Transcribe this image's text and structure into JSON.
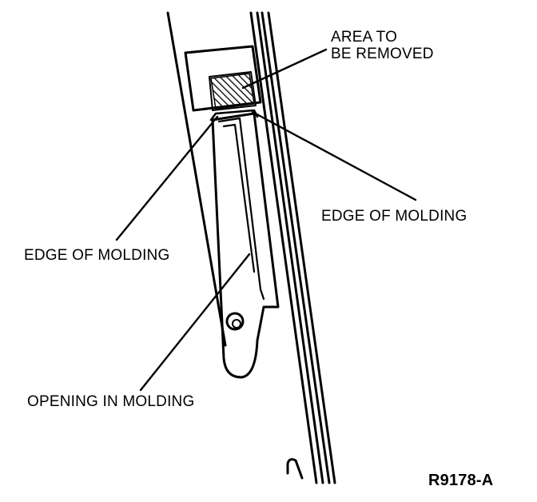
{
  "labels": {
    "area_line1": "AREA TO",
    "area_line2": "BE REMOVED",
    "edge_right": "EDGE OF MOLDING",
    "edge_left": "EDGE OF MOLDING",
    "opening": "OPENING IN MOLDING",
    "figure_id": "R9178-A"
  },
  "colors": {
    "ink": "#000000",
    "paper": "#ffffff"
  }
}
